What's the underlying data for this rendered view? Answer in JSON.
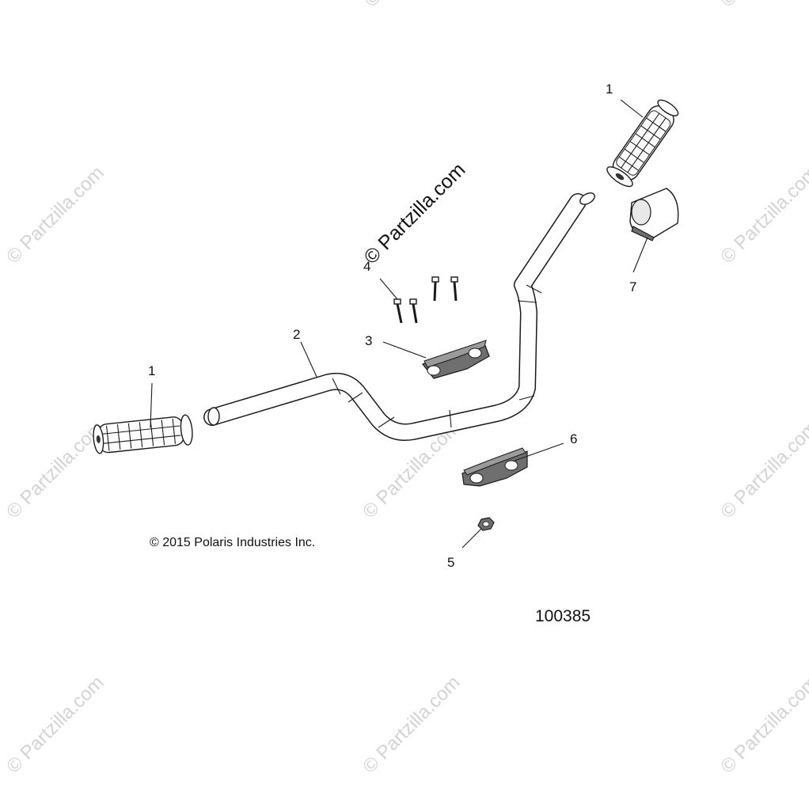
{
  "watermark": {
    "text": "© Partzilla.com",
    "main_text": "© Partzilla.com"
  },
  "copyright": "© 2015 Polaris Industries Inc.",
  "drawing_number": "100385",
  "callouts": {
    "grip_right": "1",
    "grip_left": "1",
    "handlebar": "2",
    "upper_clamp": "3",
    "bolts": "4",
    "nut": "5",
    "lower_clamp": "6",
    "throttle_block": "7"
  }
}
